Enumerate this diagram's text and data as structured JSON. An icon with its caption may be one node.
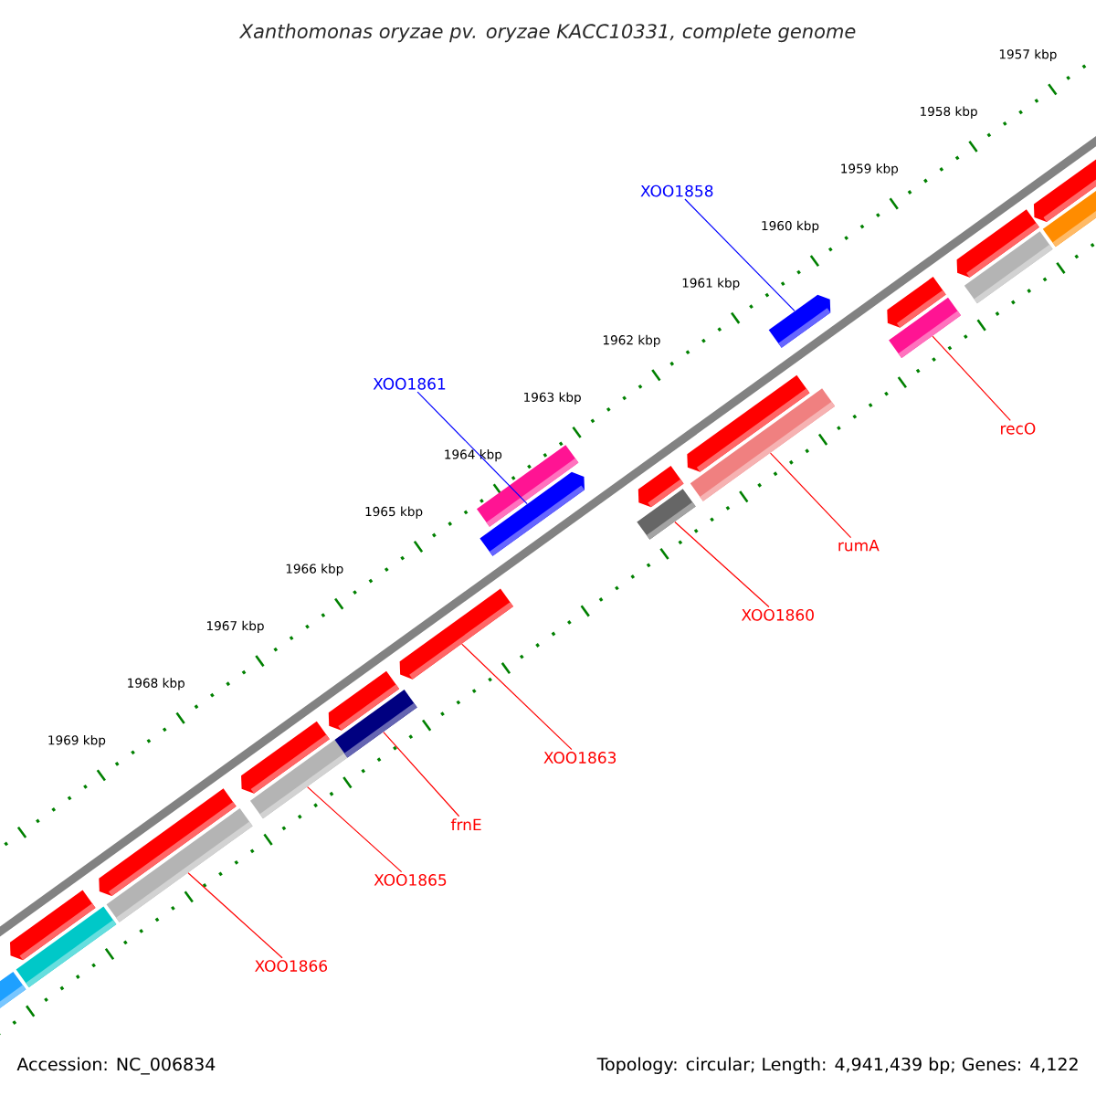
{
  "diagram": {
    "title": "Xanthomonas oryzae pv. oryzae KACC10331, complete genome",
    "nodes": [
      {
        "text": [
          "XOO1858"
        ]
      },
      {
        "text": [
          "XOO1861"
        ]
      },
      {
        "text": [
          "recO"
        ]
      },
      {
        "text": [
          "rumA"
        ]
      },
      {
        "text": [
          "XOO1860"
        ]
      },
      {
        "text": [
          "XOO1863"
        ]
      },
      {
        "text": [
          "frnE"
        ]
      },
      {
        "text": [
          "XOO1865"
        ]
      },
      {
        "text": [
          "XOO1866"
        ]
      },
      {
        "text": [],
        "shape": "bar"
      },
      {
        "text": [],
        "shape": "bar"
      },
      {
        "text": [],
        "shape": "bar"
      },
      {
        "text": [],
        "shape": "bar"
      },
      {
        "text": [],
        "shape": "bar"
      },
      {
        "text": [],
        "shape": "bar"
      },
      {
        "text": [],
        "shape": "bar"
      },
      {
        "text": [],
        "shape": "bar"
      },
      {
        "text": [],
        "shape": "bar"
      },
      {
        "text": [],
        "shape": "bar"
      },
      {
        "text": [],
        "shape": "bar"
      },
      {
        "text": [],
        "shape": "bar"
      },
      {
        "text": [],
        "shape": "bar"
      },
      {
        "text": [],
        "shape": "bar"
      },
      {
        "text": [],
        "shape": "bar"
      },
      {
        "text": [],
        "shape": "bar"
      },
      {
        "text": [],
        "shape": "bar"
      },
      {
        "text": [],
        "shape": "bar"
      },
      {
        "text": [],
        "shape": "bar"
      },
      {
        "text": [],
        "shape": "bar"
      },
      {
        "text": [],
        "shape": "bar"
      },
      {
        "text": [],
        "shape": "bar"
      },
      {
        "text": [],
        "shape": "bar"
      }
    ],
    "edges": [
      {
        "from": 0,
        "to": 25,
        "arrow": "none",
        "color": "#0000ff"
      },
      {
        "from": 1,
        "to": 20,
        "arrow": "none",
        "color": "#0000ff"
      },
      {
        "from": 2,
        "to": 27,
        "arrow": "none"
      },
      {
        "from": 3,
        "to": 24,
        "arrow": "none"
      },
      {
        "from": 4,
        "to": 22,
        "arrow": "none"
      },
      {
        "from": 5,
        "to": 18,
        "arrow": "none"
      },
      {
        "from": 6,
        "to": 17,
        "arrow": "none"
      },
      {
        "from": 7,
        "to": 15,
        "arrow": "none"
      },
      {
        "from": 8,
        "to": 13,
        "arrow": "none"
      }
    ],
    "labels": [
      "1957 kbp",
      "1958 kbp",
      "1959 kbp",
      "1960 kbp",
      "1961 kbp",
      "1962 kbp",
      "1963 kbp",
      "1964 kbp",
      "1965 kbp",
      "1966 kbp",
      "1967 kbp",
      "1968 kbp",
      "1969 kbp",
      "Accession: NC_006834",
      "Topology: circular; Length: 4,941,439 bp; Genes: 4,122"
    ]
  }
}
